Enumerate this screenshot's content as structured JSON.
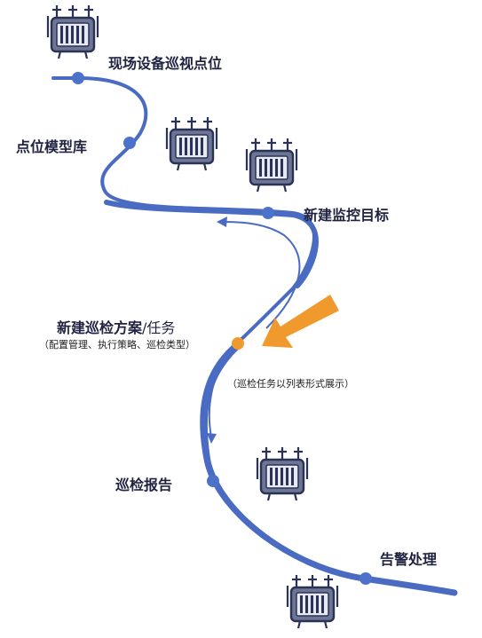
{
  "diagram": {
    "steps": [
      {
        "id": "field-devices",
        "label": "现场设备巡视点位"
      },
      {
        "id": "point-model-library",
        "label": "点位模型库"
      },
      {
        "id": "new-monitor-target",
        "label": "新建监控目标"
      },
      {
        "id": "new-inspection-plan",
        "label": "新建巡检方案",
        "suffix": "/任务",
        "note": "（配置管理、执行策略、巡检类型）"
      },
      {
        "id": "inspection-report",
        "label": "巡检报告"
      },
      {
        "id": "alarm-handling",
        "label": "告警处理"
      }
    ],
    "task_note": "（巡检任务以列表形式展示）",
    "icon": "device-cabinet-icon",
    "colors": {
      "path": "#4a6bc2",
      "node": "#4d72c9",
      "highlight_node": "#f09a2e",
      "arrow": "#f09a2e",
      "icon_fill": "#6c7594",
      "icon_stroke": "#2a3256",
      "text": "#1f2340"
    }
  }
}
